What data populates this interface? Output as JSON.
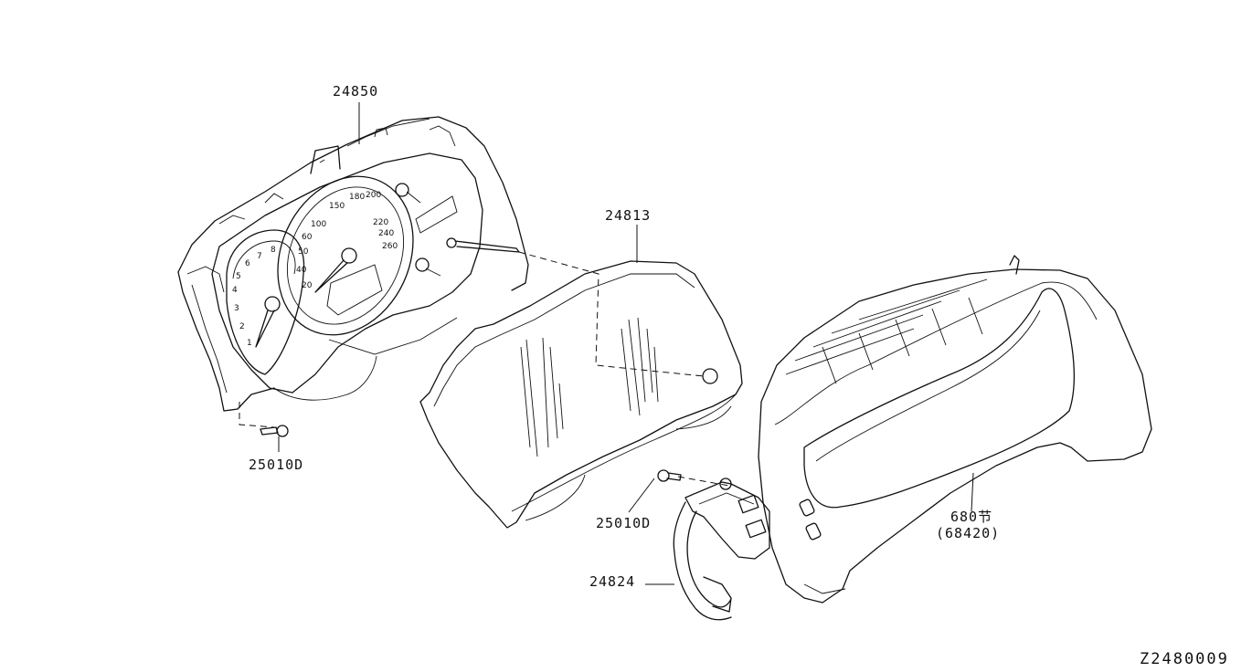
{
  "parts": {
    "meter_cluster": {
      "number": "24850",
      "icon": "combination-meter-icon"
    },
    "meter_lens": {
      "number": "24813",
      "icon": "meter-lens-icon"
    },
    "screw_left": {
      "number": "25010D",
      "icon": "screw-icon"
    },
    "screw_right": {
      "number": "25010D",
      "icon": "screw-icon"
    },
    "harness": {
      "number": "24824",
      "icon": "wire-harness-icon"
    },
    "finisher": {
      "number": "680",
      "mark": "节",
      "alt_number": "(68420)",
      "icon": "cluster-finisher-icon"
    }
  },
  "gauge_labels": {
    "speed": [
      "100",
      "150",
      "180",
      "200",
      "220",
      "240",
      "260",
      "60",
      "50",
      "40",
      "20"
    ],
    "tach": [
      "8",
      "7",
      "6",
      "5",
      "4",
      "3",
      "2",
      "1"
    ]
  },
  "diagram_code": "Z2480009"
}
